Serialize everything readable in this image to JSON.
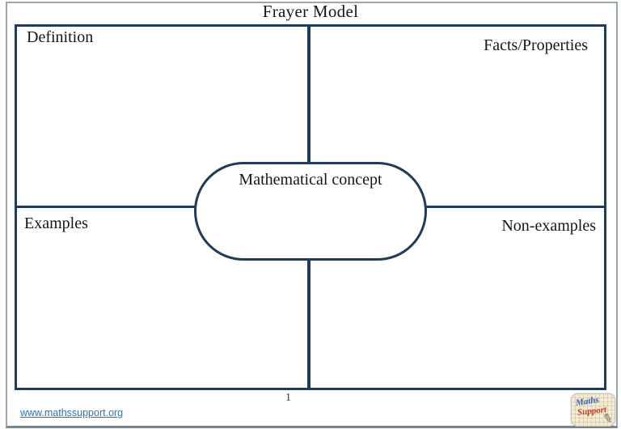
{
  "title": "Frayer Model",
  "quadrants": {
    "top_left_label": "Definition",
    "top_right_label": "Facts/Properties",
    "bottom_left_label": "Examples",
    "bottom_right_label": "Non-examples"
  },
  "center": {
    "label": "Mathematical concept"
  },
  "footer": {
    "link": "www.mathssupport.org",
    "page_number": "1"
  },
  "logo": {
    "line1": "Maths",
    "line2": "Support",
    "pencil_glyph": "✎"
  },
  "colors": {
    "grid_border": "#1f3c58",
    "link_blue": "#2e74b5",
    "logo_blue": "#2b5fb8",
    "logo_red": "#c0392b",
    "outer_frame_gray": "#9aa6b0"
  }
}
